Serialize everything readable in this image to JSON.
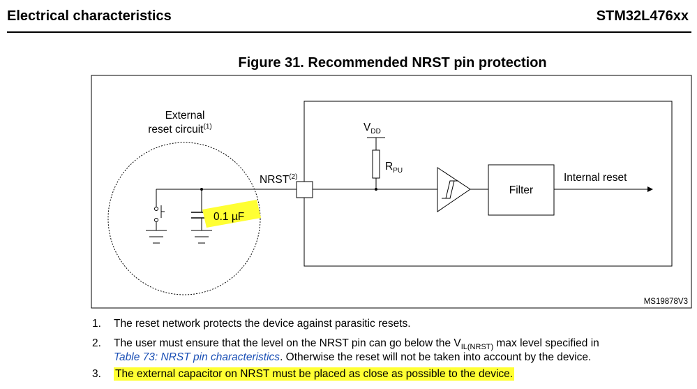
{
  "header": {
    "section_title": "Electrical characteristics",
    "part_number": "STM32L476xx"
  },
  "figure": {
    "title": "Figure 31. Recommended NRST pin protection",
    "labels": {
      "external_line1": "External",
      "external_line2": "reset circuit",
      "external_sup": "(1)",
      "capacitor": "0.1 µF",
      "nrst": "NRST",
      "nrst_sup": "(2)",
      "vdd_main": "V",
      "vdd_sub": "DD",
      "rpu_main": "R",
      "rpu_sub": "PU",
      "filter": "Filter",
      "internal_reset": "Internal reset",
      "code": "MS19878V3"
    },
    "highlight_color": "#ffff33",
    "link_color": "#1a4fb5"
  },
  "notes": {
    "n1": {
      "num": "1.",
      "text": "The reset network protects the device against parasitic resets."
    },
    "n2": {
      "num": "2.",
      "text_a": "The user must ensure that the level on the NRST pin can go below the V",
      "sub": "IL(NRST)",
      "text_b": " max level specified in",
      "link": "Table 73: NRST pin characteristics",
      "text_c": ". Otherwise the reset will not be taken into account by the device."
    },
    "n3": {
      "num": "3.",
      "text": "The external capacitor on NRST must be placed as close as possible to the device."
    }
  }
}
